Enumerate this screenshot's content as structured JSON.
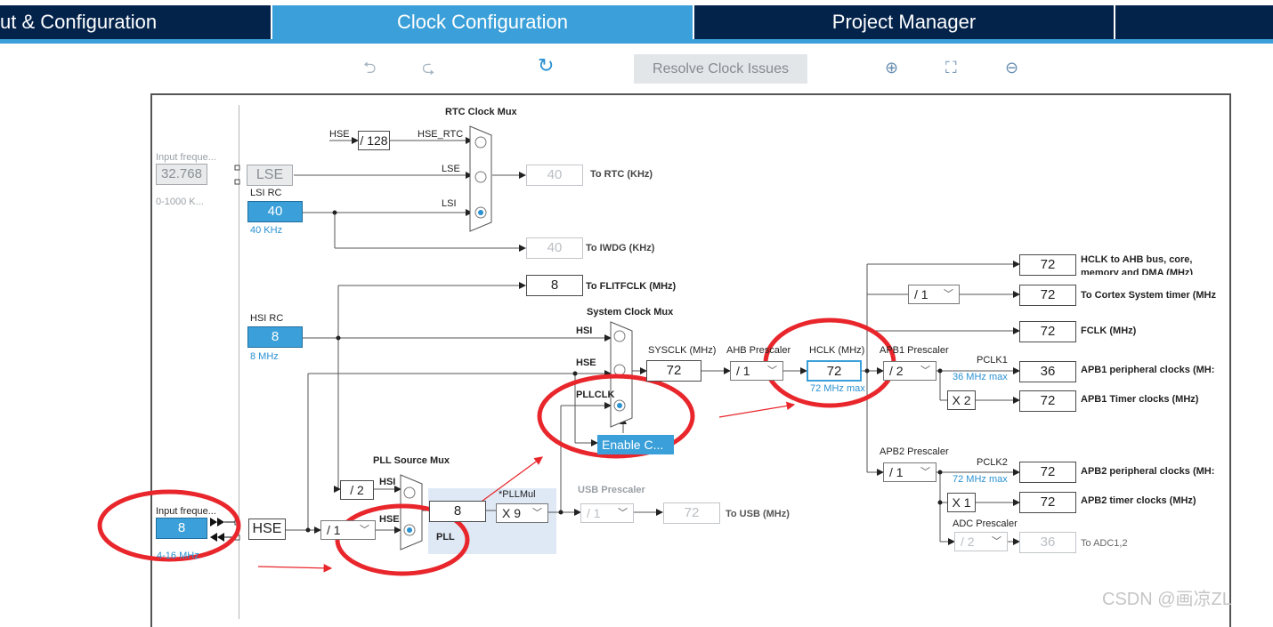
{
  "tabs": [
    {
      "label": "ut & Configuration",
      "active": false
    },
    {
      "label": "Clock Configuration",
      "active": true
    },
    {
      "label": "Project Manager",
      "active": false
    },
    {
      "label": "",
      "active": false
    }
  ],
  "toolbar": {
    "undo_icon": "undo-icon",
    "redo_icon": "redo-icon",
    "reset_icon": "refresh-icon",
    "resolve_label": "Resolve Clock Issues",
    "zoom_in_icon": "zoom-in-icon",
    "fit_icon": "fit-screen-icon",
    "zoom_out_icon": "zoom-out-icon"
  },
  "lse": {
    "input_label": "Input freque...",
    "input_value": "32.768",
    "range": "0-1000 K...",
    "name": "LSE"
  },
  "lsi": {
    "title": "LSI RC",
    "value": "40",
    "freq": "40 KHz"
  },
  "rtc": {
    "mux_title": "RTC Clock Mux",
    "hse_label": "HSE",
    "hse_div": "/ 128",
    "hse_rtc": "HSE_RTC",
    "lse_label": "LSE",
    "lsi_label": "LSI",
    "rtc_value": "40",
    "rtc_label": "To RTC (KHz)",
    "iwdg_value": "40",
    "iwdg_label": "To IWDG (KHz)"
  },
  "flitf": {
    "value": "8",
    "label": "To FLITFCLK (MHz)"
  },
  "hsi": {
    "title": "HSI RC",
    "value": "8",
    "freq": "8 MHz"
  },
  "sysmux": {
    "title": "System Clock Mux",
    "hsi": "HSI",
    "hse": "HSE",
    "pllclk": "PLLCLK",
    "enable": "Enable C..."
  },
  "sysclk": {
    "label": "SYSCLK (MHz)",
    "value": "72"
  },
  "ahb": {
    "label": "AHB Prescaler",
    "value": "/ 1"
  },
  "hclk": {
    "label": "HCLK (MHz)",
    "value": "72",
    "max": "72 MHz max"
  },
  "apb1": {
    "label": "APB1 Prescaler",
    "value": "/ 2",
    "pclk1": "PCLK1",
    "max": "36 MHz max",
    "timer_mult": "X 2"
  },
  "apb2": {
    "label": "APB2 Prescaler",
    "value": "/ 1",
    "pclk2": "PCLK2",
    "max": "72 MHz max",
    "timer_mult": "X 1"
  },
  "cortex": {
    "div": "/ 1"
  },
  "adc": {
    "label": "ADC Prescaler",
    "div": "/ 2",
    "value": "36",
    "out": "To ADC1,2"
  },
  "outputs": [
    {
      "value": "72",
      "label": "HCLK to AHB bus, core,"
    },
    {
      "value": "72",
      "label": "To Cortex System timer (MHz"
    },
    {
      "value": "72",
      "label": "FCLK (MHz)"
    },
    {
      "value": "36",
      "label": "APB1 peripheral clocks (MH:"
    },
    {
      "value": "72",
      "label": "APB1 Timer clocks (MHz)"
    },
    {
      "value": "72",
      "label": "APB2 peripheral clocks (MH:"
    },
    {
      "value": "72",
      "label": "APB2 timer clocks (MHz)"
    }
  ],
  "hclk_note2": "memory and DMA (MHz)",
  "pll": {
    "mux_title": "PLL Source Mux",
    "hsi_div": "/ 2",
    "hsi": "HSI",
    "hse": "HSE",
    "value": "8",
    "label": "PLL",
    "mul_label": "*PLLMul",
    "mul_value": "X 9"
  },
  "hse": {
    "input_label": "Input freque...",
    "value": "8",
    "range": "4-16 MHz",
    "name": "HSE",
    "prediv": "/ 1"
  },
  "usb": {
    "label": "USB Prescaler",
    "div": "/ 1",
    "value": "72",
    "out": "To USB (MHz)"
  },
  "watermark": "CSDN @画凉ZL",
  "colors": {
    "accent": "#3ba0d9",
    "navy": "#03234b",
    "annotation": "#e8262b"
  }
}
